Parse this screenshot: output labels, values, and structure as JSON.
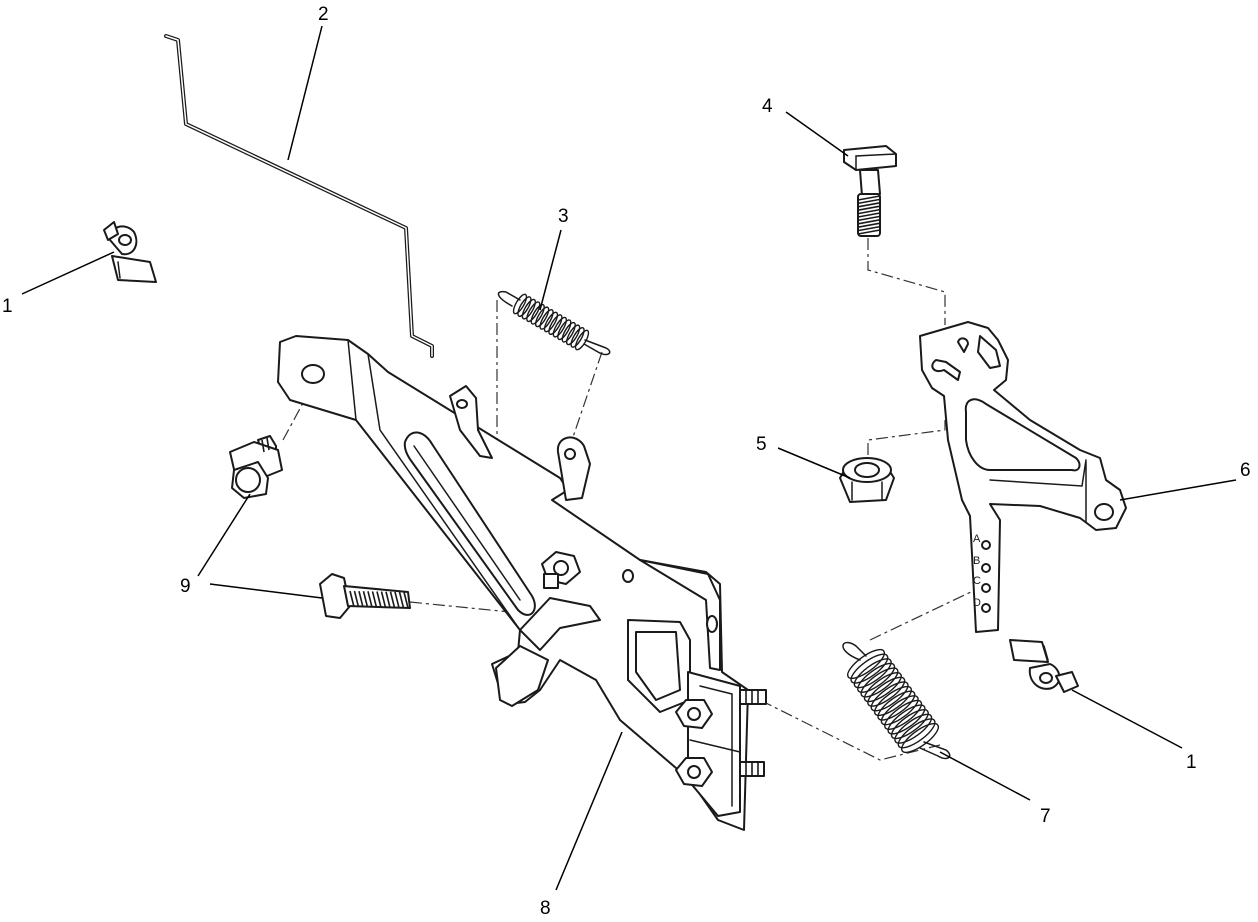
{
  "callouts": {
    "c1_left": "1",
    "c2": "2",
    "c3": "3",
    "c4": "4",
    "c5": "5",
    "c6": "6",
    "c7": "7",
    "c8": "8",
    "c9": "9",
    "c1_right": "1"
  },
  "plate_marks": [
    "A",
    "B",
    "C",
    "D"
  ],
  "colors": {
    "line": "#1a1a1a",
    "background": "#ffffff"
  }
}
